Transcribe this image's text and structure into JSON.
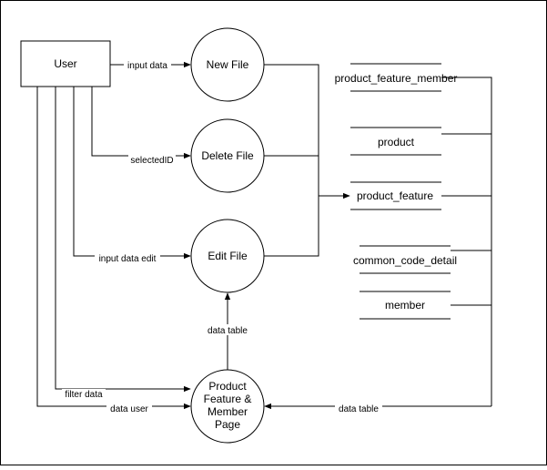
{
  "external": {
    "user": "User"
  },
  "processes": {
    "new_file": "New File",
    "delete_file": "Delete File",
    "edit_file": "Edit File",
    "page": [
      "Product",
      "Feature &",
      "Member",
      "Page"
    ]
  },
  "stores": {
    "product_feature_member": "product_feature_member",
    "product": "product",
    "product_feature": "product_feature",
    "common_code_detail": "common_code_detail",
    "member": "member"
  },
  "flows": {
    "input_data": "input data",
    "selected_id": "selectedID",
    "input_data_edit": "input data edit",
    "filter_data": "filter data",
    "data_user": "data user",
    "data_table_up": "data table",
    "data_table_left": "data table"
  },
  "colors": {
    "stroke": "#000000",
    "background": "#ffffff"
  }
}
